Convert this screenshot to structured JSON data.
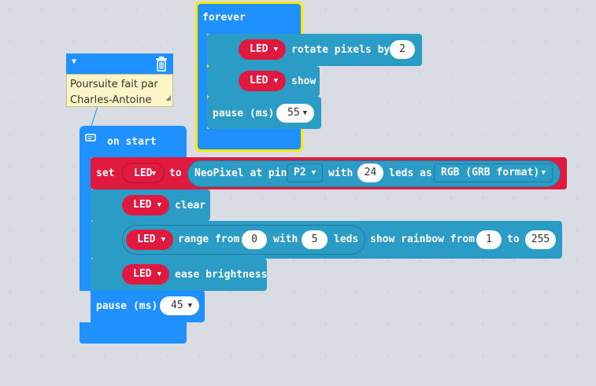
{
  "comment": {
    "text_line1": "Poursuite fait par",
    "text_line2": "Charles-Antoine"
  },
  "forever_block": {
    "label": "forever",
    "rotate": {
      "variable": "LED",
      "label": "rotate pixels by",
      "value": "2"
    },
    "show": {
      "variable": "LED",
      "label": "show"
    },
    "pause": {
      "label": "pause (ms)",
      "value": "55"
    }
  },
  "on_start_block": {
    "label": "on start",
    "set": {
      "label": "set",
      "variable": "LED",
      "to_label": "to",
      "neopixel_label": "NeoPixel at pin",
      "pin": "P2",
      "with_label": "with",
      "leds_count": "24",
      "leds_as_label": "leds as",
      "format": "RGB (GRB format)"
    },
    "clear": {
      "variable": "LED",
      "label": "clear"
    },
    "rainbow": {
      "variable": "LED",
      "range_label": "range from",
      "range_from": "0",
      "range_with_label": "with",
      "range_count": "5",
      "leds_label": "leds",
      "show_rainbow_label": "show rainbow from",
      "rainbow_from": "1",
      "to_label": "to",
      "rainbow_to": "255"
    },
    "ease": {
      "variable": "LED",
      "label": "ease brightness"
    },
    "pause": {
      "label": "pause (ms)",
      "value": "45"
    }
  },
  "colors": {
    "event_blue": "#1e90ff",
    "neopixel_teal": "#2a9cc5",
    "variable_red": "#e0193f",
    "selection_yellow": "#ffe600",
    "comment_yellow": "#fdf5c6"
  }
}
